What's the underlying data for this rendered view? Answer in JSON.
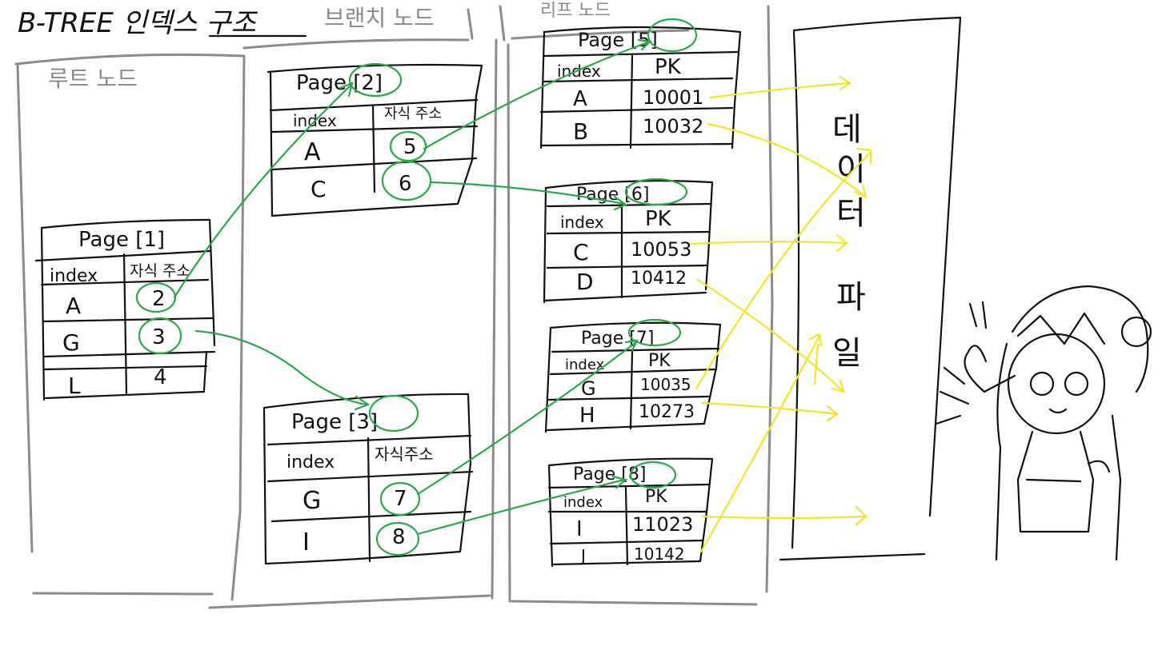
{
  "title": "B-TREE 인덱스 구조",
  "sections": {
    "root": "루트 노드",
    "branch": "브랜치 노드",
    "leaf": "리프 노드"
  },
  "root_page": {
    "title": "Page [1]",
    "headers": [
      "index",
      "자식 주소"
    ],
    "rows": [
      [
        "A",
        "2"
      ],
      [
        "G",
        "3"
      ],
      [
        "L",
        "4"
      ]
    ]
  },
  "branch_pages": [
    {
      "title": "Page [2]",
      "headers": [
        "index",
        "자식 주소"
      ],
      "rows": [
        [
          "A",
          "5"
        ],
        [
          "C",
          "6"
        ]
      ]
    },
    {
      "title": "Page [3]",
      "headers": [
        "index",
        "자식주소"
      ],
      "rows": [
        [
          "G",
          "7"
        ],
        [
          "I",
          "8"
        ]
      ]
    }
  ],
  "leaf_pages": [
    {
      "title": "Page [5]",
      "headers": [
        "index",
        "PK"
      ],
      "rows": [
        [
          "A",
          "10001"
        ],
        [
          "B",
          "10032"
        ]
      ]
    },
    {
      "title": "Page [6]",
      "headers": [
        "index",
        "PK"
      ],
      "rows": [
        [
          "C",
          "10053"
        ],
        [
          "D",
          "10412"
        ]
      ]
    },
    {
      "title": "Page [7]",
      "headers": [
        "index",
        "PK"
      ],
      "rows": [
        [
          "G",
          "10035"
        ],
        [
          "H",
          "10273"
        ]
      ]
    },
    {
      "title": "Page [8]",
      "headers": [
        "index",
        "PK"
      ],
      "rows": [
        [
          "I",
          "11023"
        ],
        [
          "J",
          "10142"
        ]
      ]
    }
  ],
  "data_file": {
    "label_chars": [
      "데",
      "이",
      "터",
      "파",
      "일"
    ]
  },
  "colors": {
    "ink": "#111111",
    "section_gray": "#8c8c8c",
    "pointer_green": "#2ba84a",
    "pointer_yellow": "#f2e52a"
  },
  "icons": [
    "character-illustration"
  ]
}
